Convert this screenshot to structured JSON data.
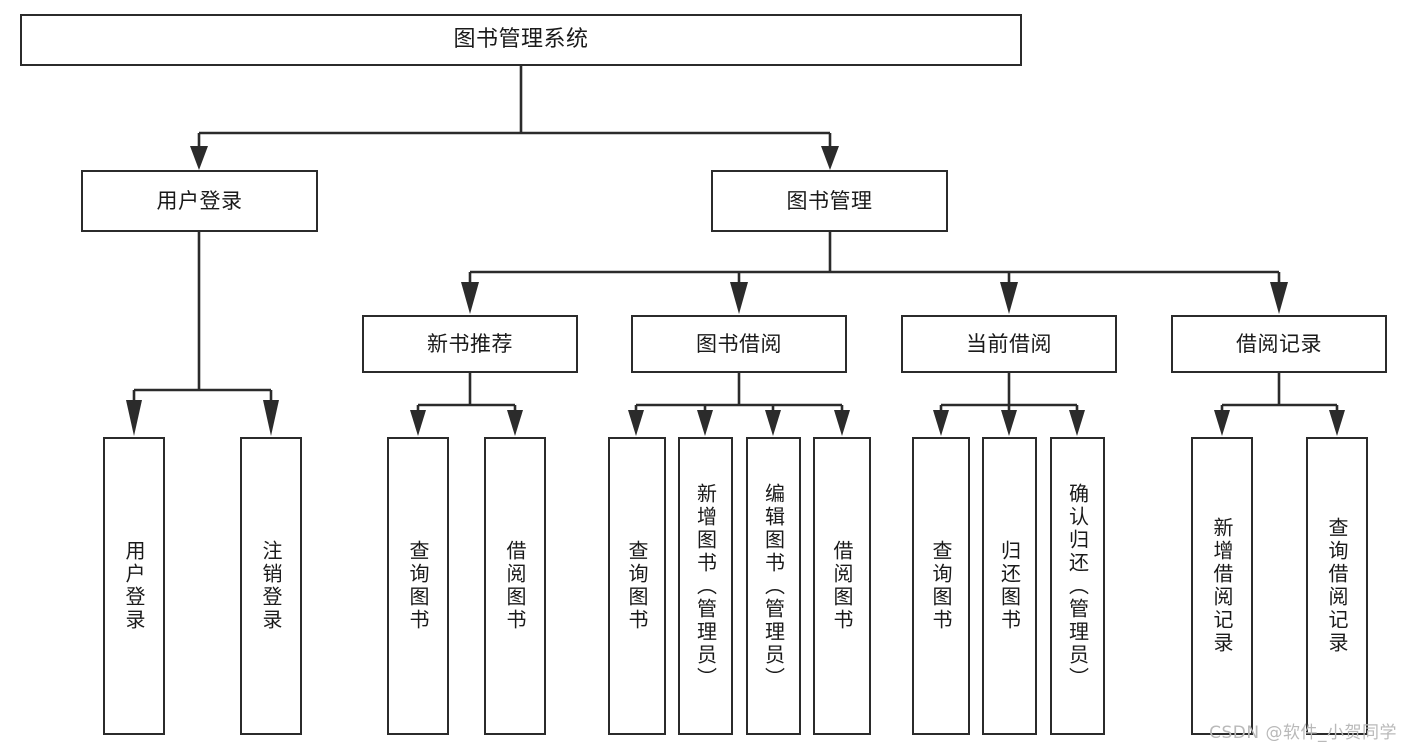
{
  "diagram": {
    "title": "图书管理系统",
    "type": "tree-hierarchy",
    "watermark": "CSDN @软件_小贺同学"
  },
  "root": {
    "label": "图书管理系统"
  },
  "level2": [
    {
      "label": "用户登录"
    },
    {
      "label": "图书管理"
    }
  ],
  "level3": [
    {
      "label": "新书推荐"
    },
    {
      "label": "图书借阅"
    },
    {
      "label": "当前借阅"
    },
    {
      "label": "借阅记录"
    }
  ],
  "leaves": {
    "user_login": [
      {
        "label": "用户登录"
      },
      {
        "label": "注销登录"
      }
    ],
    "new_book_recommend": [
      {
        "label": "查询图书"
      },
      {
        "label": "借阅图书"
      }
    ],
    "book_borrow": [
      {
        "label": "查询图书"
      },
      {
        "label": "新增图书（管理员）"
      },
      {
        "label": "编辑图书（管理员）"
      },
      {
        "label": "借阅图书"
      }
    ],
    "current_borrow": [
      {
        "label": "查询图书"
      },
      {
        "label": "归还图书"
      },
      {
        "label": "确认归还（管理员）"
      }
    ],
    "borrow_record": [
      {
        "label": "新增借阅记录"
      },
      {
        "label": "查询借阅记录"
      }
    ]
  },
  "colors": {
    "stroke": "#2b2b2b",
    "fill": "#ffffff",
    "text": "#1a1a1a",
    "watermark": "#b9b9b9"
  }
}
